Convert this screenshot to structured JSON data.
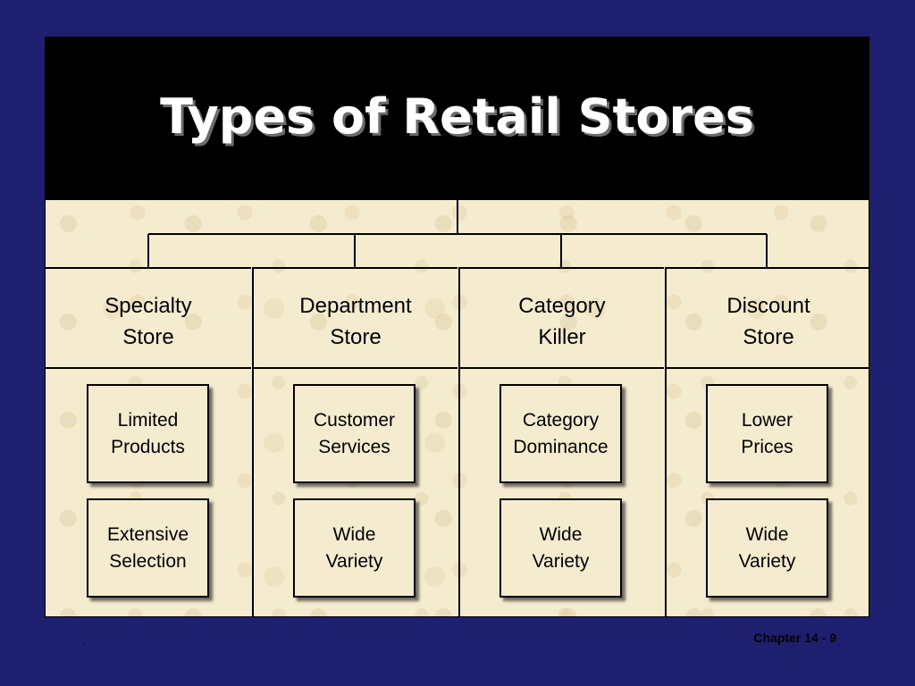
{
  "title": "Types of Retail Stores",
  "columns": [
    {
      "header": "Specialty\nStore",
      "traits": [
        "Limited\nProducts",
        "Extensive\nSelection"
      ]
    },
    {
      "header": "Department\nStore",
      "traits": [
        "Customer\nServices",
        "Wide\nVariety"
      ]
    },
    {
      "header": "Category\nKiller",
      "traits": [
        "Category\nDominance",
        "Wide\nVariety"
      ]
    },
    {
      "header": "Discount\nStore",
      "traits": [
        "Lower\nPrices",
        "Wide\nVariety"
      ]
    }
  ],
  "footer": "Chapter 14 - 9",
  "mark": ","
}
